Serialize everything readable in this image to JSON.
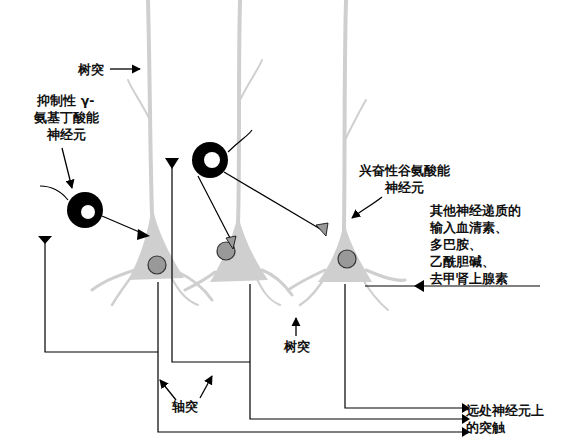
{
  "diagram": {
    "labels": [
      "树突",
      "抑制性 γ-氨基丁酸能 神经元",
      "兴奋性谷氨酸能 神经元",
      "其他神经递质的 输入血清素、 多巴胺、 乙酰胆碱、 去甲肾上腺素",
      "树突",
      "轴突",
      "远处神经元上 的突触"
    ]
  }
}
